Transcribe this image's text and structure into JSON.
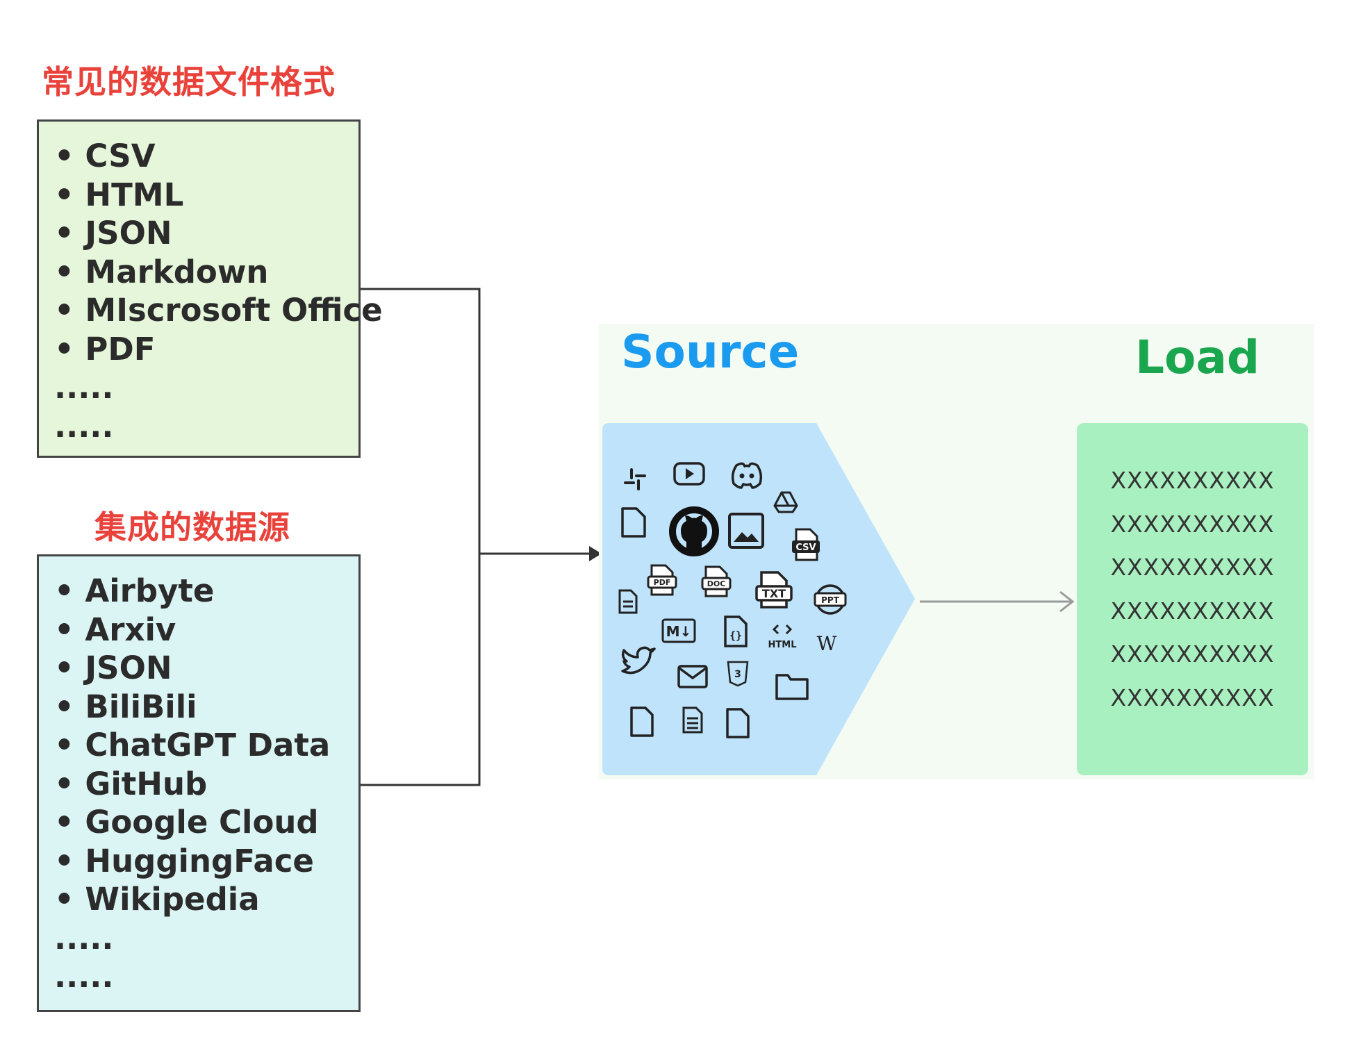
{
  "formats": {
    "heading": "常见的数据文件格式",
    "items": [
      "• CSV",
      "• HTML",
      "• JSON",
      "• Markdown",
      "• MIscrosoft Office",
      "• PDF",
      ".....",
      "....."
    ]
  },
  "sources": {
    "heading": "集成的数据源",
    "items": [
      "• Airbyte",
      "• Arxiv",
      "• JSON",
      "• BiliBili",
      "• ChatGPT Data",
      "• GitHub",
      "• Google Cloud",
      "• HuggingFace",
      "• Wikipedia",
      ".....",
      "....."
    ]
  },
  "flow": {
    "source_label": "Source",
    "load_label": "Load",
    "load_rows": [
      "XXXXXXXXXX",
      "XXXXXXXXXX",
      "XXXXXXXXXX",
      "XXXXXXXXXX",
      "XXXXXXXXXX",
      "XXXXXXXXXX"
    ],
    "icon_labels": {
      "csv": "CSV",
      "pdf": "PDF",
      "doc": "DOC",
      "txt": "TXT",
      "ppt": "PPT",
      "md": "M↓",
      "json": "{}",
      "html": "HTML",
      "wiki": "W",
      "css": "3"
    }
  },
  "colors": {
    "heading": "#e8423b",
    "source": "#1a9bf0",
    "load": "#1aa64e",
    "formats_bg": "#e6f6da",
    "sources_bg": "#dbf4f4",
    "source_shape": "#bfe3fb",
    "load_box": "#a9f0c1"
  },
  "icons": [
    "slack-icon",
    "youtube-icon",
    "discord-icon",
    "google-drive-icon",
    "file-icon",
    "github-icon",
    "image-icon",
    "csv-file-icon",
    "pdf-file-icon",
    "doc-file-icon",
    "txt-file-icon",
    "ppt-file-icon",
    "text-file-icon",
    "markdown-icon",
    "json-file-icon",
    "html-icon",
    "wikipedia-icon",
    "twitter-icon",
    "email-icon",
    "css-icon",
    "folder-icon"
  ]
}
